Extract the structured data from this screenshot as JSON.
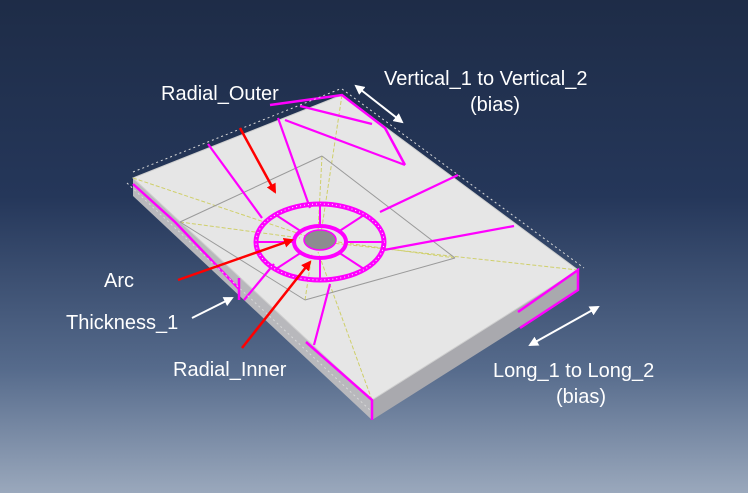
{
  "labels": {
    "radial_outer": "Radial_Outer",
    "vertical_1": "Vertical_1 to Vertical_2",
    "vertical_2": "(bias)",
    "arc": "Arc",
    "thickness": "Thickness_1",
    "radial_inner": "Radial_Inner",
    "long_1": "Long_1 to Long_2",
    "long_2": "(bias)"
  },
  "colors": {
    "background_top": "#1e2c47",
    "background_bottom": "#9aa8bc",
    "plate_top": "#e6e6e6",
    "plate_side": "#b9b9bd",
    "mesh_seed": "#ff00ff",
    "partition_line": "#d4d46a",
    "annotation_arrow": "#ff0000",
    "bias_arrow": "#ffffff"
  }
}
